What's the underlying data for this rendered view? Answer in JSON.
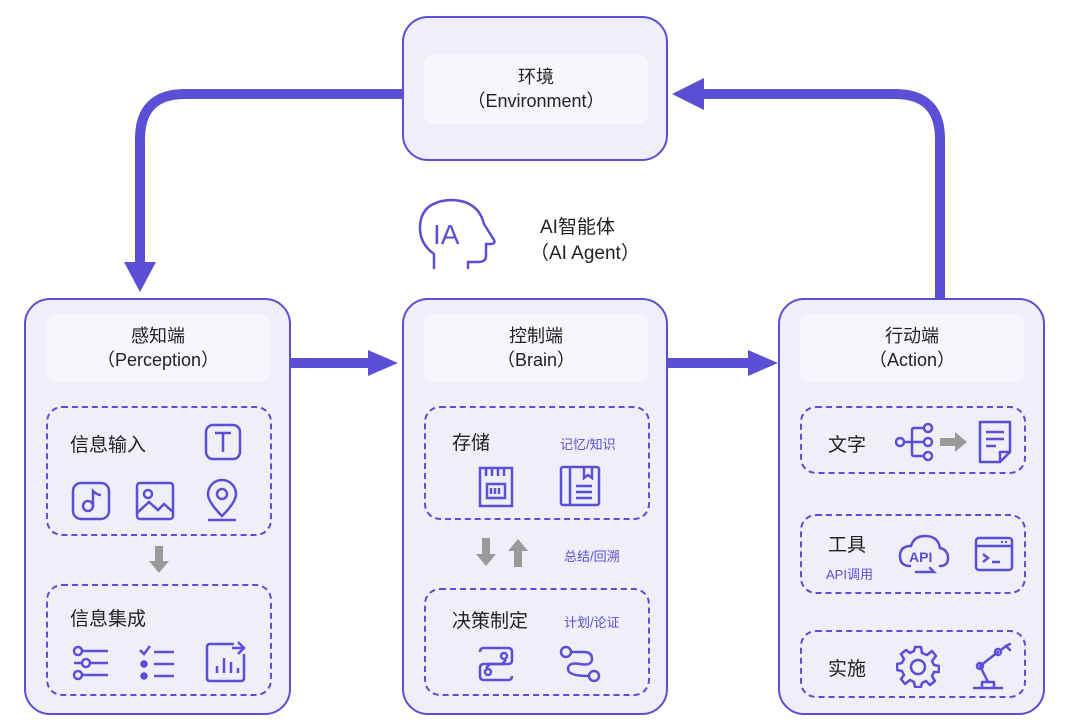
{
  "environment": {
    "title": "环境",
    "subtitle": "（Environment）"
  },
  "agent": {
    "name": "AI智能体",
    "name_en": "（AI Agent）",
    "icon": "head-ia-icon"
  },
  "perception": {
    "title": "感知端",
    "subtitle": "（Perception）",
    "input": {
      "label": "信息输入",
      "icons": [
        "text-icon",
        "music-icon",
        "image-icon",
        "location-icon"
      ]
    },
    "integration": {
      "label": "信息集成",
      "icons": [
        "filter-list-icon",
        "checklist-icon",
        "chart-icon"
      ]
    }
  },
  "brain": {
    "title": "控制端",
    "subtitle": "（Brain）",
    "storage": {
      "label": "存储",
      "sub": "记忆/知识",
      "icons": [
        "sd-card-icon",
        "book-icon"
      ]
    },
    "between_label": "总结/回溯",
    "decision": {
      "label": "决策制定",
      "sub": "计划/论证",
      "icons": [
        "flow-icon",
        "route-icon"
      ]
    }
  },
  "action": {
    "title": "行动端",
    "subtitle": "（Action）",
    "text": {
      "label": "文字",
      "icons": [
        "branch-icon",
        "arrow-right-icon",
        "document-icon"
      ]
    },
    "tools": {
      "label": "工具",
      "sub": "API调用",
      "icons": [
        "api-cloud-icon",
        "terminal-icon"
      ]
    },
    "execute": {
      "label": "实施",
      "icons": [
        "gear-icon",
        "robot-arm-icon"
      ]
    }
  },
  "colors": {
    "accent": "#5b4fd6",
    "card_bg": "#efeef9",
    "gray_arrow": "#9a9a9a"
  }
}
